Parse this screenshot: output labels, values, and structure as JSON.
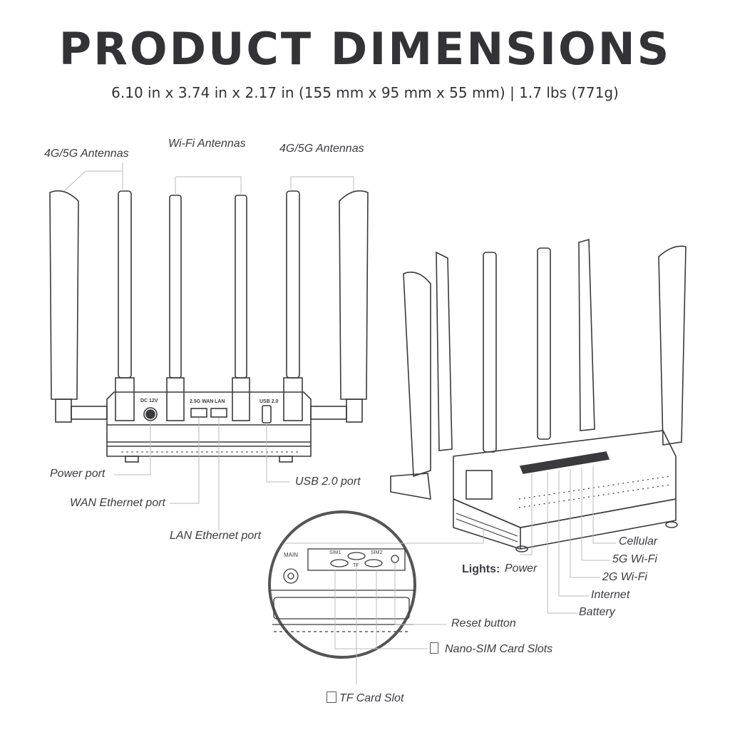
{
  "header": {
    "title": "PRODUCT DIMENSIONS",
    "subtitle": "6.10 in x 3.74 in x 2.17 in (155 mm x 95 mm x 55 mm) | 1.7 lbs (771g)"
  },
  "back_view": {
    "antenna_labels": {
      "left_cellular": "4G/5G Antennas",
      "wifi": "Wi-Fi Antennas",
      "right_cellular": "4G/5G Antennas"
    },
    "port_silkscreen": {
      "dc": "DC 12V",
      "wan": "2.5G WAN",
      "lan": "LAN",
      "usb": "USB 2.0"
    },
    "callouts": {
      "power_port": "Power port",
      "wan_port": "WAN Ethernet port",
      "lan_port": "LAN Ethernet port",
      "usb_port": "USB 2.0 port"
    }
  },
  "side_view": {
    "lights_title": "Lights:",
    "lights": [
      "Power",
      "Battery",
      "Internet",
      "2G Wi-Fi",
      "5G Wi-Fi",
      "Cellular"
    ],
    "detail_silkscreen": {
      "main": "MAIN",
      "sim1": "SIM1",
      "sim2": "SIM2",
      "tf": "TF"
    },
    "callouts": {
      "reset": "Reset button",
      "sim_slots": "Nano-SIM Card Slots",
      "tf_slot": "TF Card Slot"
    }
  }
}
